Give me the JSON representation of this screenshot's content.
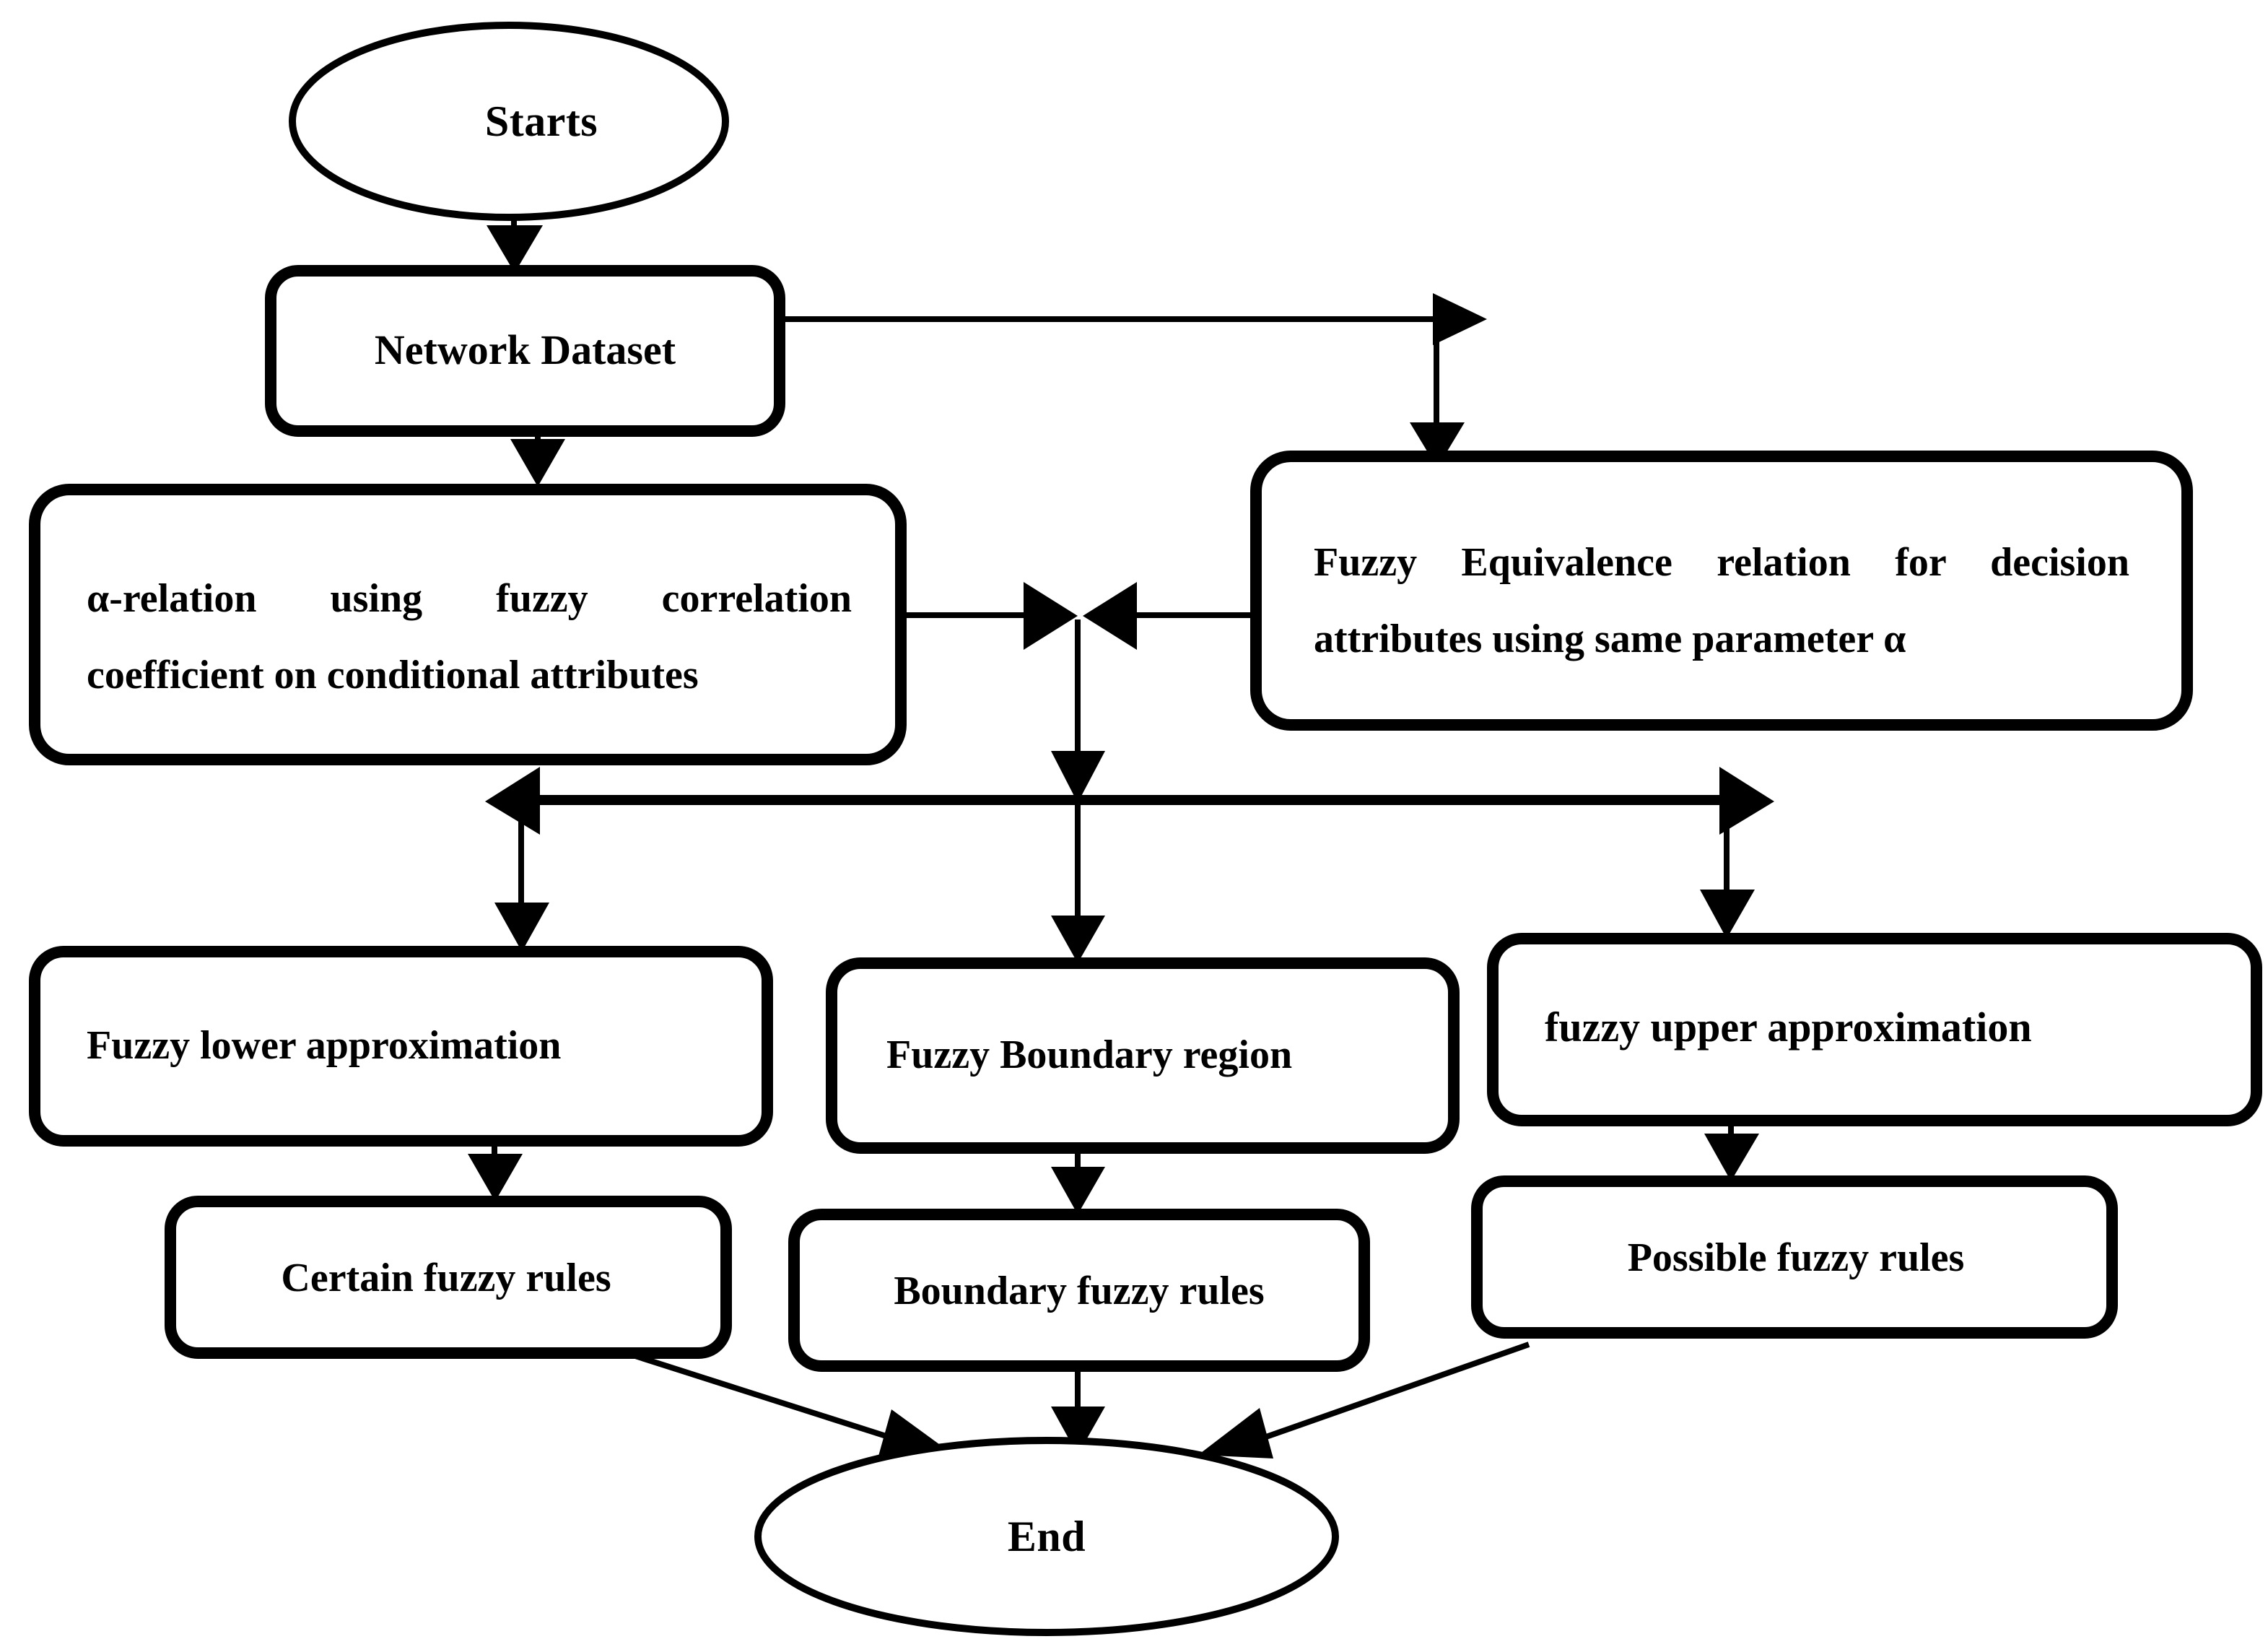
{
  "diagram": {
    "title": "Fuzzy rough set rule generation flowchart",
    "colors": {
      "stroke": "#000000",
      "fill": "#ffffff",
      "background": "#ffffff"
    },
    "nodes": {
      "start": {
        "label": "Starts",
        "shape": "ellipse"
      },
      "network_dataset": {
        "label": "Network Dataset",
        "shape": "rounded-rect"
      },
      "alpha_relation": {
        "line1": "α-relation  using  fuzzy  correlation",
        "line2": "coefficient on conditional attributes",
        "shape": "rounded-rect"
      },
      "fuzzy_equivalence": {
        "line1": "Fuzzy  Equivalence  relation  for  decision",
        "line2": "attributes using same parameter α",
        "shape": "rounded-rect"
      },
      "fuzzy_lower": {
        "label": "Fuzzy    lower    approximation",
        "shape": "rounded-rect"
      },
      "fuzzy_boundary": {
        "label": "Fuzzy Boundary region",
        "shape": "rounded-rect"
      },
      "fuzzy_upper": {
        "label": "fuzzy   upper   approximation",
        "shape": "rounded-rect"
      },
      "certain_rules": {
        "label": "Certain fuzzy rules",
        "shape": "rounded-rect"
      },
      "boundary_rules": {
        "label": "Boundary fuzzy rules",
        "shape": "rounded-rect"
      },
      "possible_rules": {
        "label": "Possible fuzzy rules",
        "shape": "rounded-rect"
      },
      "end": {
        "label": "End",
        "shape": "ellipse"
      }
    },
    "edges": [
      {
        "from": "start",
        "to": "network_dataset",
        "style": "straight-down"
      },
      {
        "from": "network_dataset",
        "to": "alpha_relation",
        "style": "straight-down"
      },
      {
        "from": "network_dataset",
        "to": "fuzzy_equivalence",
        "style": "right-then-down"
      },
      {
        "from": "alpha_relation",
        "to": "junction",
        "style": "right"
      },
      {
        "from": "fuzzy_equivalence",
        "to": "junction",
        "style": "left"
      },
      {
        "from": "junction",
        "to": "branch-bar",
        "style": "down"
      },
      {
        "from": "branch-bar",
        "to": "fuzzy_lower",
        "style": "left-then-down"
      },
      {
        "from": "branch-bar",
        "to": "fuzzy_boundary",
        "style": "down"
      },
      {
        "from": "branch-bar",
        "to": "fuzzy_upper",
        "style": "right-then-down"
      },
      {
        "from": "fuzzy_lower",
        "to": "certain_rules",
        "style": "straight-down"
      },
      {
        "from": "fuzzy_boundary",
        "to": "boundary_rules",
        "style": "straight-down"
      },
      {
        "from": "fuzzy_upper",
        "to": "possible_rules",
        "style": "straight-down"
      },
      {
        "from": "certain_rules",
        "to": "end",
        "style": "diagonal-down-right"
      },
      {
        "from": "boundary_rules",
        "to": "end",
        "style": "straight-down"
      },
      {
        "from": "possible_rules",
        "to": "end",
        "style": "diagonal-down-left"
      }
    ]
  }
}
